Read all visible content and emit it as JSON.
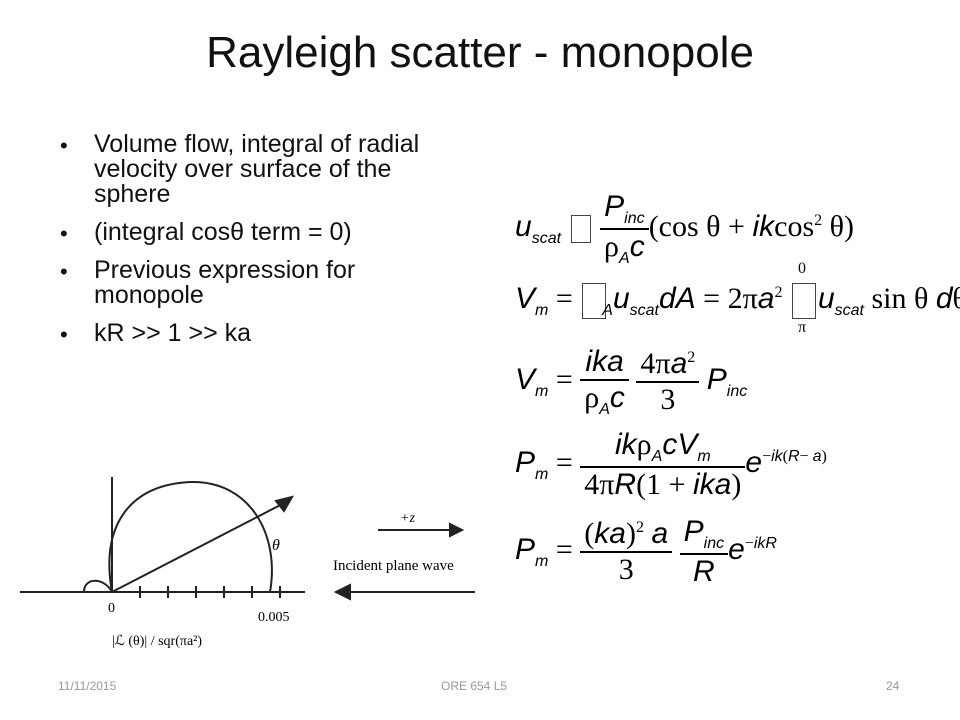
{
  "slide": {
    "title": "Rayleigh scatter - monopole",
    "bullets": [
      "Volume flow, integral of radial velocity over surface of the sphere",
      "(integral cosθ term = 0)",
      "Previous expression for monopole",
      "kR >> 1 >> ka"
    ]
  },
  "figure": {
    "axis_zero": "0",
    "axis_tick": "0.005",
    "axis_label": "|ℒ (θ)| / sqr(πa²)",
    "theta": "θ",
    "plus_z": "+z",
    "incident": "Incident plane wave"
  },
  "footer": {
    "date": "11/11/2015",
    "course": "ORE 654 L5",
    "page": "24"
  }
}
